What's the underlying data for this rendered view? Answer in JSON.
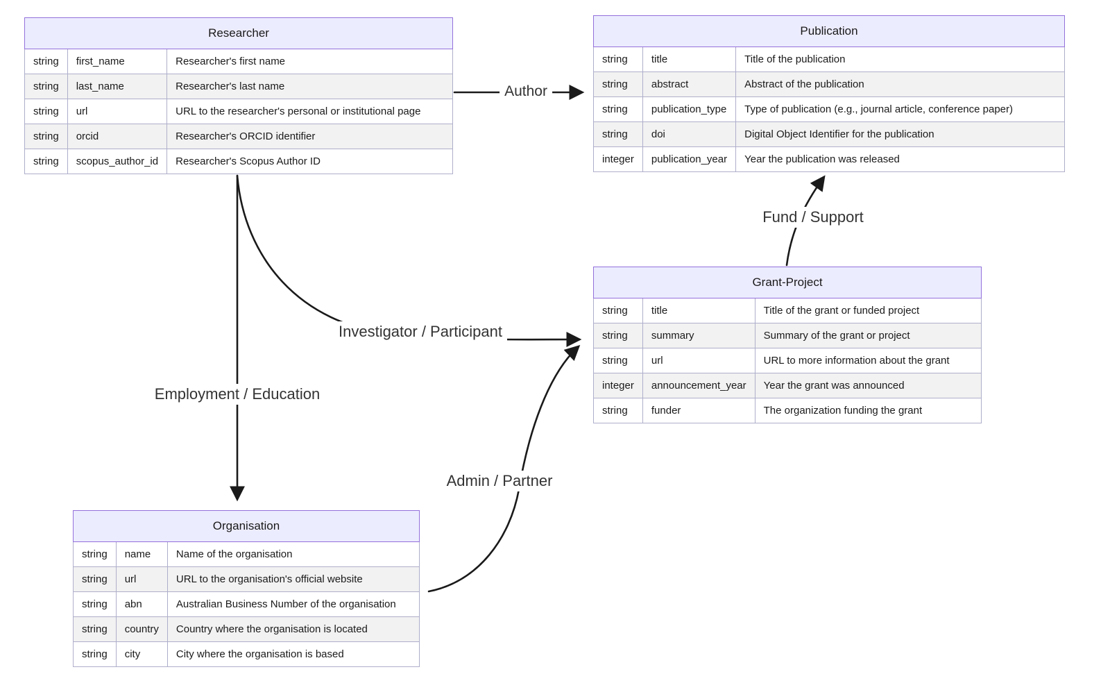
{
  "diagram": {
    "entities": {
      "researcher": {
        "title": "Researcher",
        "rows": [
          {
            "type": "string",
            "name": "first_name",
            "desc": "Researcher's first name"
          },
          {
            "type": "string",
            "name": "last_name",
            "desc": "Researcher's last name"
          },
          {
            "type": "string",
            "name": "url",
            "desc": "URL to the researcher's personal or institutional page"
          },
          {
            "type": "string",
            "name": "orcid",
            "desc": "Researcher's ORCID identifier"
          },
          {
            "type": "string",
            "name": "scopus_author_id",
            "desc": "Researcher's Scopus Author ID"
          }
        ]
      },
      "publication": {
        "title": "Publication",
        "rows": [
          {
            "type": "string",
            "name": "title",
            "desc": "Title of the publication"
          },
          {
            "type": "string",
            "name": "abstract",
            "desc": "Abstract of the publication"
          },
          {
            "type": "string",
            "name": "publication_type",
            "desc": "Type of publication (e.g., journal article, conference paper)"
          },
          {
            "type": "string",
            "name": "doi",
            "desc": "Digital Object Identifier for the publication"
          },
          {
            "type": "integer",
            "name": "publication_year",
            "desc": "Year the publication was released"
          }
        ]
      },
      "grant_project": {
        "title": "Grant-Project",
        "rows": [
          {
            "type": "string",
            "name": "title",
            "desc": "Title of the grant or funded project"
          },
          {
            "type": "string",
            "name": "summary",
            "desc": "Summary of the grant or project"
          },
          {
            "type": "string",
            "name": "url",
            "desc": "URL to more information about the grant"
          },
          {
            "type": "integer",
            "name": "announcement_year",
            "desc": "Year the grant was announced"
          },
          {
            "type": "string",
            "name": "funder",
            "desc": "The organization funding the grant"
          }
        ]
      },
      "organisation": {
        "title": "Organisation",
        "rows": [
          {
            "type": "string",
            "name": "name",
            "desc": "Name of the organisation"
          },
          {
            "type": "string",
            "name": "url",
            "desc": "URL to the organisation's official website"
          },
          {
            "type": "string",
            "name": "abn",
            "desc": "Australian Business Number of the organisation"
          },
          {
            "type": "string",
            "name": "country",
            "desc": "Country where the organisation is located"
          },
          {
            "type": "string",
            "name": "city",
            "desc": "City where the organisation is based"
          }
        ]
      }
    },
    "relationships": {
      "author": "Author",
      "fund_support": "Fund / Support",
      "investigator_participant": "Investigator / Participant",
      "employment_education": "Employment / Education",
      "admin_partner": "Admin / Partner"
    },
    "colors": {
      "entity_header_fill": "#ECECFF",
      "entity_border": "#9370DB",
      "row_alt_fill": "#f2f2f2",
      "arrow_stroke": "#1a1a1a"
    }
  }
}
